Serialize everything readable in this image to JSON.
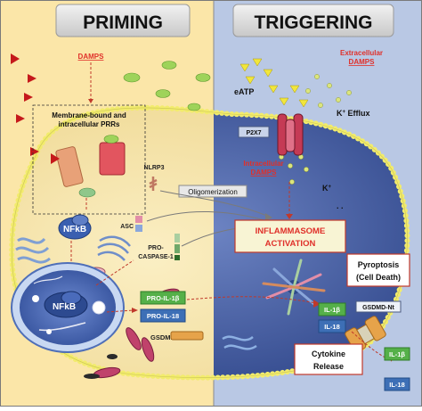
{
  "panels": {
    "priming": {
      "title": "PRIMING"
    },
    "triggering": {
      "title": "TRIGGERING"
    }
  },
  "labels": {
    "damps": "DAMPS",
    "prrs_line1": "Membrane-bound and",
    "prrs_line2": "intracellular PRRs",
    "nlrp3": "NLRP3",
    "nfkb_cyto": "NFkB",
    "nfkb_nucleus": "NFkB",
    "asc": "ASC",
    "pro_caspase_line1": "PRO-",
    "pro_caspase_line2": "CASPASE-1",
    "oligomerization": "Oligomerization",
    "pro_il1b": "PRO-IL-1β",
    "pro_il18": "PRO-IL-18",
    "gsdmd": "GSDMD",
    "extracellular_damps_line1": "Extracellular",
    "extracellular_damps_line2": "DAMPS",
    "eatp": "eATP",
    "p2x7": "P2X7",
    "k_efflux": "K",
    "k_efflux_sup": "+",
    "k_efflux_rest": " Efflux",
    "k_ion": "K",
    "k_ion_sup": "+",
    "intracellular_damps_line1": "Intracellular",
    "intracellular_damps_line2": "DAMPS",
    "inflammasome_line1": "INFLAMMASOME",
    "inflammasome_line2": "ACTIVATION",
    "pyroptosis_line1": "Pyroptosis",
    "pyroptosis_line2": "(Cell Death)",
    "il1b": "IL-1β",
    "il18": "IL-18",
    "gsdmd_nt": "GSDMD-Nt",
    "cytokine_line1": "Cytokine",
    "cytokine_line2": "Release",
    "il1b_out": "IL-1β",
    "il18_out": "IL-18"
  },
  "colors": {
    "priming_bg": "#fbe7ab",
    "triggering_bg": "#b7c7e4",
    "header_bg": "#dadada",
    "cell_left": "#f6e6b0",
    "cell_right": "#4a63a8",
    "red_label": "#e0302a",
    "nfkb_blue": "#3a5fb0",
    "il1b_green": "#55b049",
    "il18_blue": "#3d6fb6",
    "membrane_dot": "#f3ef7a",
    "damp_red": "#c5191b",
    "eatp_yellow": "#f1e63c"
  }
}
